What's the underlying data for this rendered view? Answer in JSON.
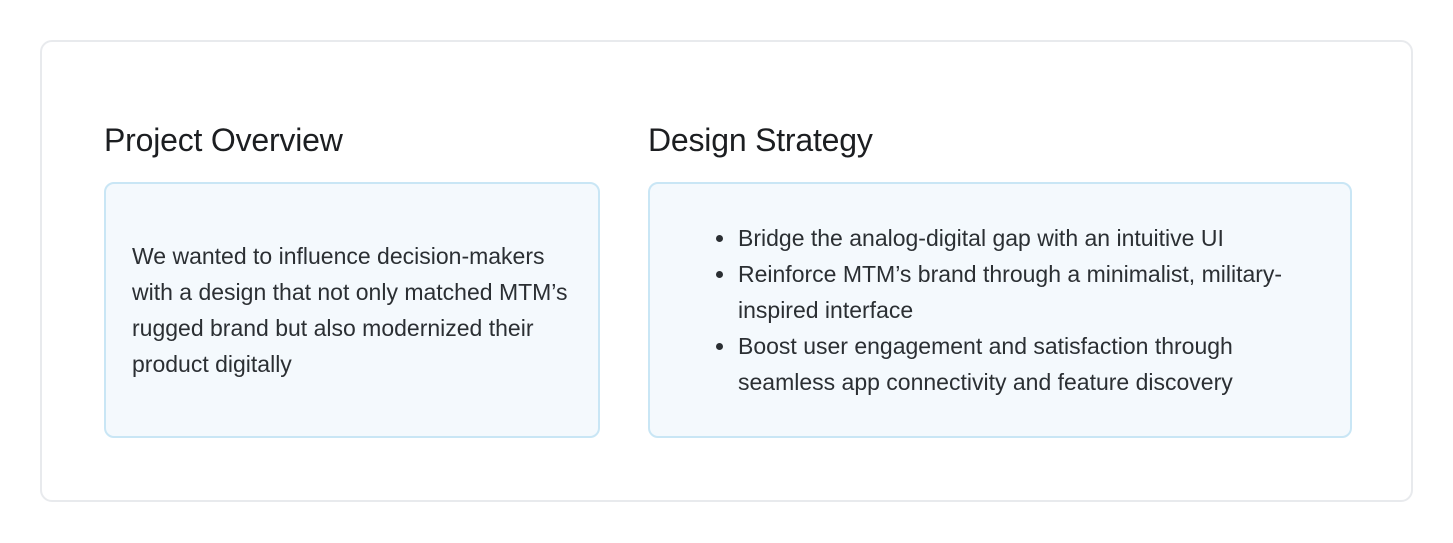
{
  "overview": {
    "title": "Project Overview",
    "body": "We wanted to influence decision-makers with a design that not only matched MTM’s rugged brand but also modernized their product digitally"
  },
  "strategy": {
    "title": "Design Strategy",
    "items": [
      "Bridge the analog-digital gap with an intuitive UI",
      "Reinforce MTM’s brand through a minimalist, military-inspired interface",
      "Boost user engagement and satisfaction through seamless app connectivity and feature discovery"
    ]
  }
}
